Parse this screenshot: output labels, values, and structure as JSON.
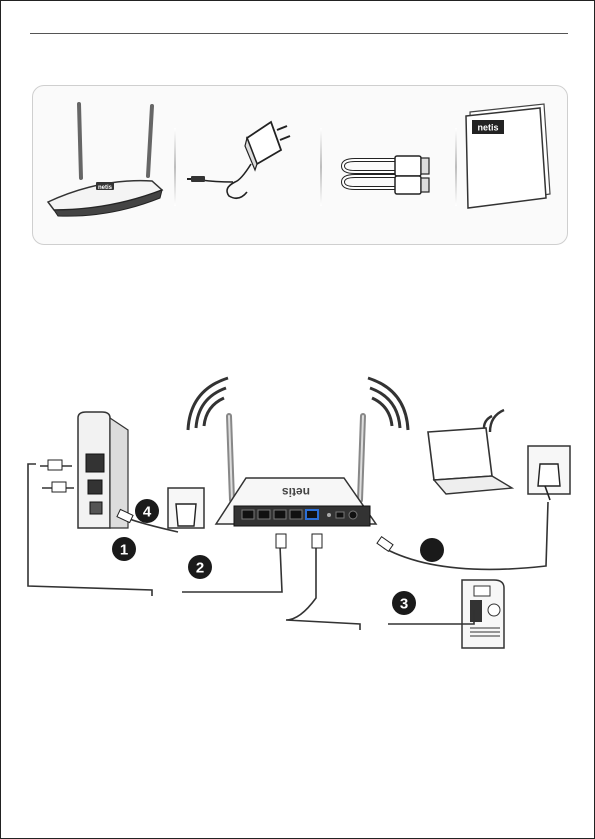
{
  "package_contents": {
    "items": [
      {
        "name": "router",
        "icon": "router-icon"
      },
      {
        "name": "power-adapter",
        "icon": "power-adapter-icon"
      },
      {
        "name": "ethernet-cable",
        "icon": "ethernet-cable-icon"
      },
      {
        "name": "quick-installation-guide",
        "icon": "guide-booklet-icon"
      }
    ],
    "brand_label": "netis"
  },
  "diagram": {
    "brand_label": "netis",
    "router_brand_label": "netis",
    "steps": [
      {
        "number": "1"
      },
      {
        "number": "2"
      },
      {
        "number": "3"
      },
      {
        "number": "4"
      }
    ]
  },
  "colors": {
    "badge": "#1a1a1a",
    "line": "#333333",
    "wan_port": "#2c6fd6"
  }
}
